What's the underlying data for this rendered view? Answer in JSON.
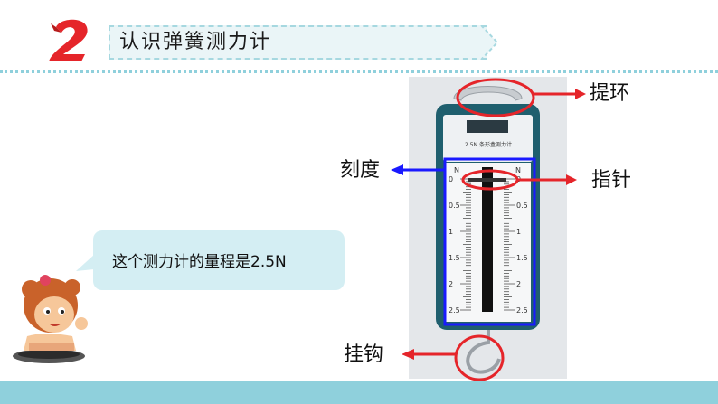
{
  "header": {
    "section_number": "2",
    "title": "认识弹簧测力计"
  },
  "annotations": {
    "ring": "提环",
    "scale": "刻度",
    "pointer": "指针",
    "hook": "挂钩"
  },
  "bubble": {
    "text": "这个测力计的量程是2.5N"
  },
  "device": {
    "unit_left": "N",
    "unit_right": "N",
    "model_label": "2.5N 条形盒测力计",
    "ticks_left": [
      "0",
      "0.5",
      "1",
      "1.5",
      "2",
      "2.5"
    ],
    "ticks_right": [
      "0",
      "0.5",
      "1",
      "1.5",
      "2",
      "2.5"
    ]
  },
  "colors": {
    "accent_teal": "#8fd0dc",
    "title_bg": "#eaf5f7",
    "number_red": "#e5252a",
    "annotation_red": "#e5252a",
    "annotation_blue": "#1a1aff",
    "device_body": "#1f5f6e"
  }
}
